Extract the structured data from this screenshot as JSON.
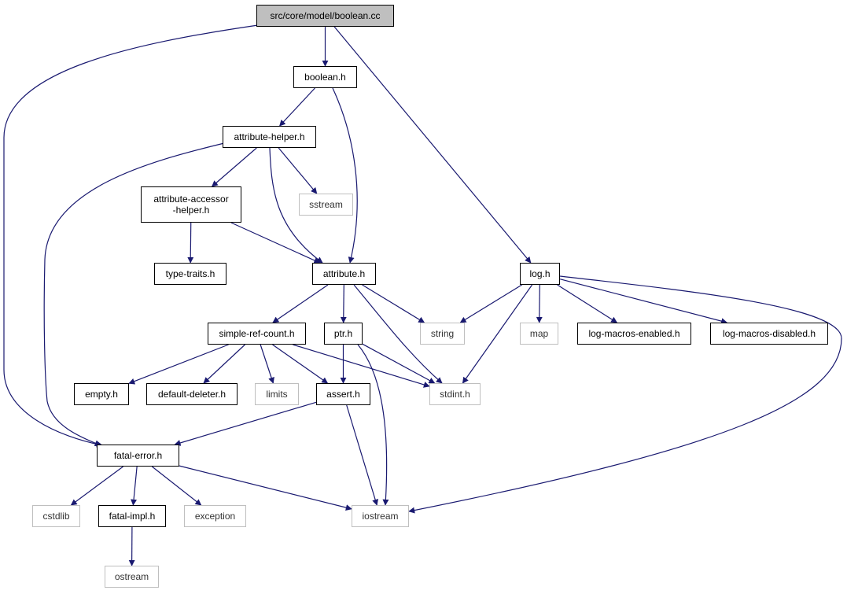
{
  "colors": {
    "edge": "#191970",
    "border": "#000000",
    "system_border": "#bfbfbf",
    "root_fill": "#bfbfbf"
  },
  "nodes": [
    {
      "id": "boolean_cc",
      "label": "src/core/model/boolean.cc",
      "kind": "root"
    },
    {
      "id": "boolean_h",
      "label": "boolean.h",
      "kind": "local"
    },
    {
      "id": "attribute_helper_h",
      "label": "attribute-helper.h",
      "kind": "local"
    },
    {
      "id": "sstream",
      "label": "sstream",
      "kind": "system"
    },
    {
      "id": "attribute_accessor_helper_h",
      "label": "attribute-accessor\n-helper.h",
      "kind": "local"
    },
    {
      "id": "type_traits_h",
      "label": "type-traits.h",
      "kind": "local"
    },
    {
      "id": "attribute_h",
      "label": "attribute.h",
      "kind": "local"
    },
    {
      "id": "log_h",
      "label": "log.h",
      "kind": "local"
    },
    {
      "id": "simple_ref_count_h",
      "label": "simple-ref-count.h",
      "kind": "local"
    },
    {
      "id": "ptr_h",
      "label": "ptr.h",
      "kind": "local"
    },
    {
      "id": "string",
      "label": "string",
      "kind": "system"
    },
    {
      "id": "map",
      "label": "map",
      "kind": "system"
    },
    {
      "id": "log_macros_enabled_h",
      "label": "log-macros-enabled.h",
      "kind": "local"
    },
    {
      "id": "log_macros_disabled_h",
      "label": "log-macros-disabled.h",
      "kind": "local"
    },
    {
      "id": "empty_h",
      "label": "empty.h",
      "kind": "local"
    },
    {
      "id": "default_deleter_h",
      "label": "default-deleter.h",
      "kind": "local"
    },
    {
      "id": "limits",
      "label": "limits",
      "kind": "system"
    },
    {
      "id": "assert_h",
      "label": "assert.h",
      "kind": "local"
    },
    {
      "id": "stdint_h",
      "label": "stdint.h",
      "kind": "system"
    },
    {
      "id": "fatal_error_h",
      "label": "fatal-error.h",
      "kind": "local"
    },
    {
      "id": "cstdlib",
      "label": "cstdlib",
      "kind": "system"
    },
    {
      "id": "fatal_impl_h",
      "label": "fatal-impl.h",
      "kind": "local"
    },
    {
      "id": "exception",
      "label": "exception",
      "kind": "system"
    },
    {
      "id": "iostream",
      "label": "iostream",
      "kind": "system"
    },
    {
      "id": "ostream",
      "label": "ostream",
      "kind": "system"
    }
  ],
  "edges": [
    [
      "boolean_cc",
      "boolean_h"
    ],
    [
      "boolean_cc",
      "log_h"
    ],
    [
      "boolean_cc",
      "fatal_error_h"
    ],
    [
      "boolean_h",
      "attribute_helper_h"
    ],
    [
      "boolean_h",
      "attribute_h"
    ],
    [
      "attribute_helper_h",
      "attribute_accessor_helper_h"
    ],
    [
      "attribute_helper_h",
      "sstream"
    ],
    [
      "attribute_helper_h",
      "attribute_h"
    ],
    [
      "attribute_helper_h",
      "fatal_error_h"
    ],
    [
      "attribute_accessor_helper_h",
      "type_traits_h"
    ],
    [
      "attribute_accessor_helper_h",
      "attribute_h"
    ],
    [
      "attribute_h",
      "simple_ref_count_h"
    ],
    [
      "attribute_h",
      "ptr_h"
    ],
    [
      "attribute_h",
      "string"
    ],
    [
      "attribute_h",
      "stdint_h"
    ],
    [
      "log_h",
      "string"
    ],
    [
      "log_h",
      "map"
    ],
    [
      "log_h",
      "log_macros_enabled_h"
    ],
    [
      "log_h",
      "log_macros_disabled_h"
    ],
    [
      "log_h",
      "stdint_h"
    ],
    [
      "log_h",
      "iostream"
    ],
    [
      "simple_ref_count_h",
      "empty_h"
    ],
    [
      "simple_ref_count_h",
      "default_deleter_h"
    ],
    [
      "simple_ref_count_h",
      "limits"
    ],
    [
      "simple_ref_count_h",
      "assert_h"
    ],
    [
      "simple_ref_count_h",
      "stdint_h"
    ],
    [
      "ptr_h",
      "assert_h"
    ],
    [
      "ptr_h",
      "stdint_h"
    ],
    [
      "ptr_h",
      "iostream"
    ],
    [
      "assert_h",
      "fatal_error_h"
    ],
    [
      "assert_h",
      "iostream"
    ],
    [
      "fatal_error_h",
      "cstdlib"
    ],
    [
      "fatal_error_h",
      "fatal_impl_h"
    ],
    [
      "fatal_error_h",
      "exception"
    ],
    [
      "fatal_error_h",
      "iostream"
    ],
    [
      "fatal_impl_h",
      "ostream"
    ]
  ]
}
